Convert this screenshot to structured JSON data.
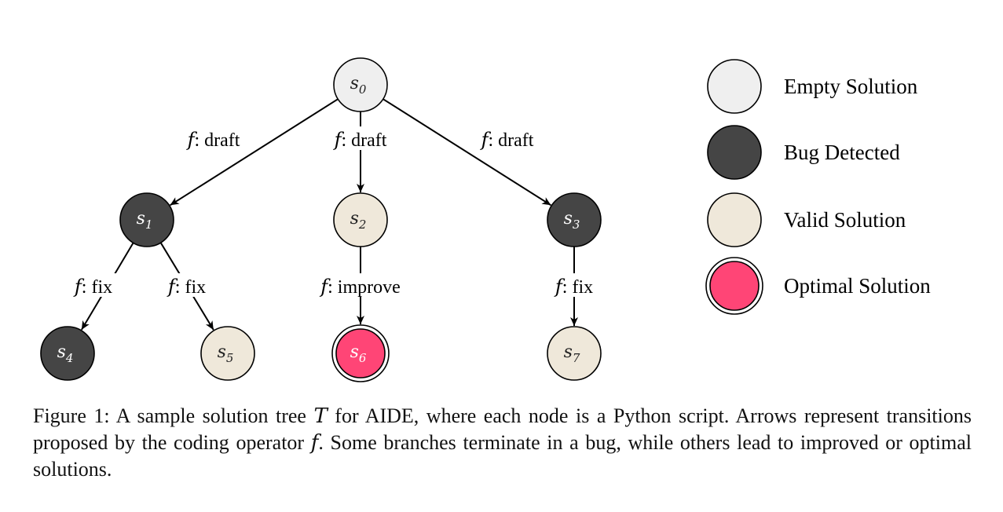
{
  "colors": {
    "empty": "#efefef",
    "bug": "#454545",
    "valid": "#efe8da",
    "optimal": "#ff4576",
    "stroke": "#000000"
  },
  "nodes": [
    {
      "id": "s0",
      "base": "s",
      "sub": "0",
      "status": "empty"
    },
    {
      "id": "s1",
      "base": "s",
      "sub": "1",
      "status": "bug"
    },
    {
      "id": "s2",
      "base": "s",
      "sub": "2",
      "status": "valid"
    },
    {
      "id": "s3",
      "base": "s",
      "sub": "3",
      "status": "bug"
    },
    {
      "id": "s4",
      "base": "s",
      "sub": "4",
      "status": "bug"
    },
    {
      "id": "s5",
      "base": "s",
      "sub": "5",
      "status": "valid"
    },
    {
      "id": "s6",
      "base": "s",
      "sub": "6",
      "status": "optimal"
    },
    {
      "id": "s7",
      "base": "s",
      "sub": "7",
      "status": "valid"
    }
  ],
  "edges": [
    {
      "from": "s0",
      "to": "s1",
      "f": "f",
      "op": ": draft"
    },
    {
      "from": "s0",
      "to": "s2",
      "f": "f",
      "op": ": draft"
    },
    {
      "from": "s0",
      "to": "s3",
      "f": "f",
      "op": ": draft"
    },
    {
      "from": "s1",
      "to": "s4",
      "f": "f",
      "op": ": fix"
    },
    {
      "from": "s1",
      "to": "s5",
      "f": "f",
      "op": ": fix"
    },
    {
      "from": "s2",
      "to": "s6",
      "f": "f",
      "op": ": improve"
    },
    {
      "from": "s3",
      "to": "s7",
      "f": "f",
      "op": ": fix"
    }
  ],
  "legend": [
    {
      "status": "empty",
      "label": "Empty Solution"
    },
    {
      "status": "bug",
      "label": "Bug Detected"
    },
    {
      "status": "valid",
      "label": "Valid Solution"
    },
    {
      "status": "optimal",
      "label": "Optimal Solution"
    }
  ],
  "caption": {
    "prefix": "Figure 1: A sample solution tree ",
    "symbol_T": "T",
    "middle": " for AIDE, where each node is a Python script. Arrows represent transitions proposed by the coding operator ",
    "symbol_f": "f",
    "end": ". Some branches terminate in a bug, while others lead to improved or optimal solutions."
  }
}
